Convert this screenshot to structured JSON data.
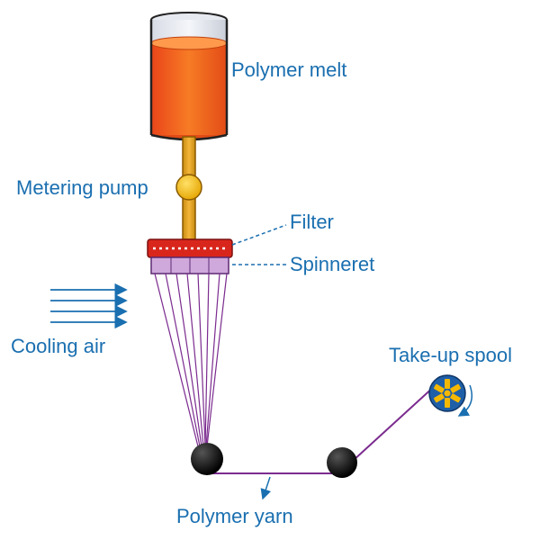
{
  "labels": {
    "polymer_melt": "Polymer melt",
    "metering_pump": "Metering pump",
    "filter": "Filter",
    "spinneret": "Spinneret",
    "cooling_air": "Cooling air",
    "take_up_spool": "Take-up spool",
    "polymer_yarn": "Polymer yarn"
  },
  "colors": {
    "label_text": "#1a6fb0",
    "melt": "#f26a1b",
    "pump": "#f5b800",
    "pipe": "#e8a317",
    "filter": "#d9261c",
    "spinneret": "#c9a6d6",
    "filament": "#7b2b8f",
    "roller": "#111111",
    "spool": "#1f5fa8",
    "arrows": "#1a6fb0"
  },
  "icons": {
    "pump": "circle",
    "spool": "fan-spool-icon",
    "airflow": "arrow-right-icon"
  }
}
